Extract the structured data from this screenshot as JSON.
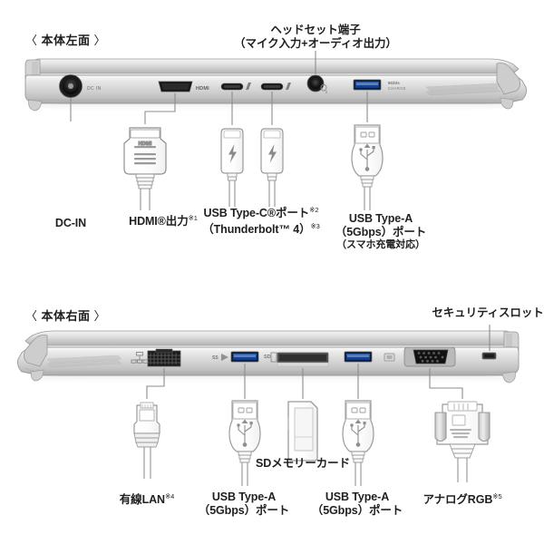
{
  "document": {
    "kind": "laptop-port-diagram",
    "background_color": "#ffffff",
    "text_color": "#1f1f1f",
    "line_color": "#8c8c8c"
  },
  "panels": [
    {
      "id": "left-side",
      "title_open": "〈",
      "title": "本体左面",
      "title_close": "〉",
      "top_callouts": [
        {
          "name": "headset-jack",
          "line1": "ヘッドセット端子",
          "line2": "（マイク入力+オーディオ出力）"
        }
      ],
      "port_labels": [
        {
          "name": "dc-in",
          "line1": "DC-IN",
          "line2": "",
          "line3": "",
          "note": ""
        },
        {
          "name": "hdmi-out",
          "line1": "HDMI®出力",
          "line2": "",
          "line3": "",
          "note": "※1"
        },
        {
          "name": "usb-type-c",
          "line1": "USB Type-C®ポート",
          "note": "※2",
          "line2": "（Thunderbolt™ 4）",
          "note2": "※3",
          "line3": ""
        },
        {
          "name": "usb-type-a-charge",
          "line1": "USB Type-A",
          "line2": "（5Gbps）ポート",
          "line3": "（スマホ充電対応）",
          "note": ""
        }
      ],
      "port_glyph_captions": {
        "dc_in_mark": "DC IN",
        "hdmi_mark": "HDMI",
        "usb_charge_mark_top": "5Gb/s",
        "usb_charge_mark_bottom": "CHARGE"
      }
    },
    {
      "id": "right-side",
      "title_open": "〈",
      "title": "本体右面",
      "title_close": "〉",
      "top_callouts": [
        {
          "name": "security-slot",
          "line1": "セキュリティスロット",
          "line2": ""
        }
      ],
      "port_labels": [
        {
          "name": "wired-lan",
          "line1": "有線LAN",
          "line2": "",
          "line3": "",
          "note": "※4"
        },
        {
          "name": "usb-type-a-1",
          "line1": "USB Type-A",
          "line2": "（5Gbps）ポート",
          "line3": "",
          "note": ""
        },
        {
          "name": "sd-memory-card",
          "line1": "SDメモリーカード",
          "line2": "",
          "line3": "",
          "note": ""
        },
        {
          "name": "usb-type-a-2",
          "line1": "USB Type-A",
          "line2": "（5Gbps）ポート",
          "line3": "",
          "note": ""
        },
        {
          "name": "analog-rgb",
          "line1": "アナログRGB",
          "line2": "",
          "line3": "",
          "note": "※5"
        }
      ]
    }
  ]
}
